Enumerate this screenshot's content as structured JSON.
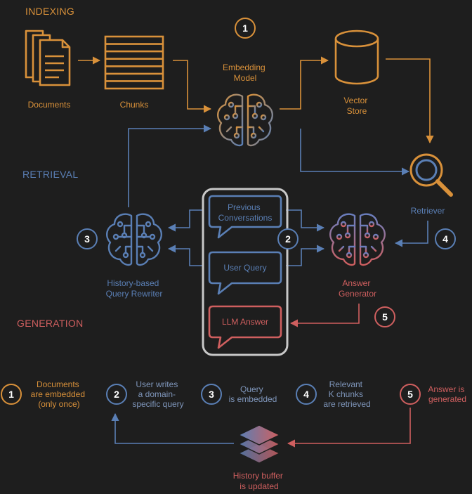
{
  "sections": {
    "indexing": "INDEXING",
    "retrieval": "RETRIEVAL",
    "generation": "GENERATION"
  },
  "nodes": {
    "documents": "Documents",
    "chunks": "Chunks",
    "embedding_model": [
      "Embedding",
      "Model"
    ],
    "vector_store": [
      "Vector",
      "Store"
    ],
    "retriever": "Retriever",
    "query_rewriter": [
      "History-based",
      "Query Rewriter"
    ],
    "answer_generator": [
      "Answer",
      "Generator"
    ],
    "history_buffer": [
      "History buffer",
      "is updated"
    ]
  },
  "chat": {
    "previous_conversations": [
      "Previous",
      "Conversations"
    ],
    "user_query": "User Query",
    "llm_answer": "LLM Answer"
  },
  "step_badges": [
    "1",
    "2",
    "3",
    "4",
    "5"
  ],
  "legend": [
    {
      "num": "1",
      "lines": [
        "Documents",
        "are embedded",
        "(only once)"
      ]
    },
    {
      "num": "2",
      "lines": [
        "User writes",
        "a domain-",
        "specific query"
      ]
    },
    {
      "num": "3",
      "lines": [
        "Query",
        "is embedded"
      ]
    },
    {
      "num": "4",
      "lines": [
        "Relevant",
        "K chunks",
        "are retrieved"
      ]
    },
    {
      "num": "5",
      "lines": [
        "Answer is",
        "generated"
      ]
    }
  ],
  "colors": {
    "background": "#1e1e1e",
    "orange": "#d9913a",
    "blue": "#5a7fb5",
    "red": "#cf5f5f",
    "gray": "#c8c8c8",
    "muted_text": "#7f96bb"
  }
}
